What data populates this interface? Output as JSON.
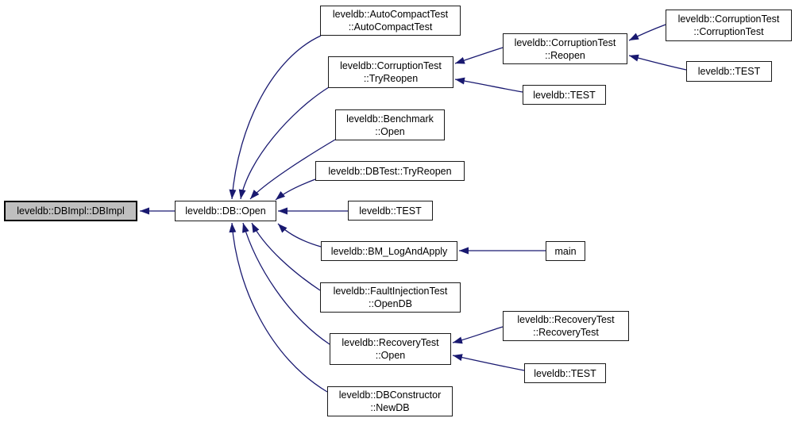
{
  "diagram": {
    "kind": "doxygen-caller-graph",
    "focus_function": "leveldb::DBImpl::DBImpl"
  },
  "colors": {
    "background": "#ffffff",
    "edge": "#191970",
    "node_fill": "#ffffff",
    "node_border": "#1a1a1a",
    "highlight_fill": "#bfbfbf"
  },
  "nodes": [
    {
      "id": "dbimpl",
      "label": "leveldb::DBImpl::DBImpl",
      "highlighted": true
    },
    {
      "id": "db-open",
      "label": "leveldb::DB::Open",
      "highlighted": false
    },
    {
      "id": "autocompact",
      "label": "leveldb::AutoCompactTest\n::AutoCompactTest",
      "highlighted": false
    },
    {
      "id": "tryreopen",
      "label": "leveldb::CorruptionTest\n::TryReopen",
      "highlighted": false
    },
    {
      "id": "reopen",
      "label": "leveldb::CorruptionTest\n::Reopen",
      "highlighted": false
    },
    {
      "id": "corruption-ctor",
      "label": "leveldb::CorruptionTest\n::CorruptionTest",
      "highlighted": false
    },
    {
      "id": "test-reopen",
      "label": "leveldb::TEST",
      "highlighted": false
    },
    {
      "id": "test-tryreopen",
      "label": "leveldb::TEST",
      "highlighted": false
    },
    {
      "id": "benchmark-open",
      "label": "leveldb::Benchmark\n::Open",
      "highlighted": false
    },
    {
      "id": "dbtest-tryreopen",
      "label": "leveldb::DBTest::TryReopen",
      "highlighted": false
    },
    {
      "id": "test-dbopen",
      "label": "leveldb::TEST",
      "highlighted": false
    },
    {
      "id": "bm-logandapply",
      "label": "leveldb::BM_LogAndApply",
      "highlighted": false
    },
    {
      "id": "main",
      "label": "main",
      "highlighted": false
    },
    {
      "id": "faultinjection",
      "label": "leveldb::FaultInjectionTest\n::OpenDB",
      "highlighted": false
    },
    {
      "id": "recovery-open",
      "label": "leveldb::RecoveryTest\n::Open",
      "highlighted": false
    },
    {
      "id": "recovery-ctor",
      "label": "leveldb::RecoveryTest\n::RecoveryTest",
      "highlighted": false
    },
    {
      "id": "test-recovery",
      "label": "leveldb::TEST",
      "highlighted": false
    },
    {
      "id": "dbconstructor",
      "label": "leveldb::DBConstructor\n::NewDB",
      "highlighted": false
    }
  ],
  "edges": [
    {
      "from": "db-open",
      "to": "dbimpl"
    },
    {
      "from": "autocompact",
      "to": "db-open"
    },
    {
      "from": "tryreopen",
      "to": "db-open"
    },
    {
      "from": "benchmark-open",
      "to": "db-open"
    },
    {
      "from": "dbtest-tryreopen",
      "to": "db-open"
    },
    {
      "from": "test-dbopen",
      "to": "db-open"
    },
    {
      "from": "bm-logandapply",
      "to": "db-open"
    },
    {
      "from": "faultinjection",
      "to": "db-open"
    },
    {
      "from": "recovery-open",
      "to": "db-open"
    },
    {
      "from": "dbconstructor",
      "to": "db-open"
    },
    {
      "from": "reopen",
      "to": "tryreopen"
    },
    {
      "from": "test-tryreopen",
      "to": "tryreopen"
    },
    {
      "from": "corruption-ctor",
      "to": "reopen"
    },
    {
      "from": "test-reopen",
      "to": "reopen"
    },
    {
      "from": "main",
      "to": "bm-logandapply"
    },
    {
      "from": "recovery-ctor",
      "to": "recovery-open"
    },
    {
      "from": "test-recovery",
      "to": "recovery-open"
    }
  ]
}
